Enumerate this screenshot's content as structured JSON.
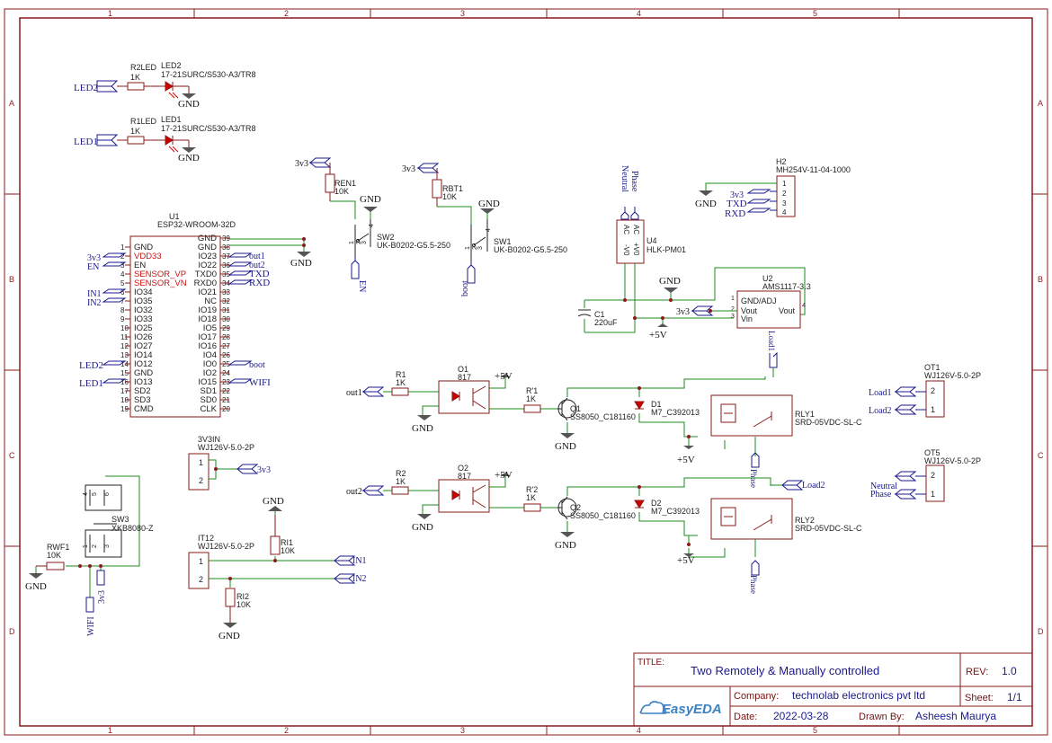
{
  "frame": {
    "col_labels": [
      "1",
      "2",
      "3",
      "4",
      "5"
    ],
    "row_labels": [
      "A",
      "B",
      "C",
      "D"
    ]
  },
  "title_block": {
    "title_label": "TITLE:",
    "title": "Two Remotely & Manually controlled",
    "rev_label": "REV:",
    "rev": "1.0",
    "company_label": "Company:",
    "company": "technolab electronics pvt ltd",
    "sheet_label": "Sheet:",
    "sheet": "1/1",
    "date_label": "Date:",
    "date": "2022-03-28",
    "drawn_label": "Drawn By:",
    "drawn": "Asheesh Maurya",
    "logo": "EasyEDA"
  },
  "leds": {
    "led2_net": "LED2",
    "led2_res": "R2LED",
    "led2_res_val": "1K",
    "led2_ref": "LED2",
    "led2_part": "17-21SURC/S530-A3/TR8",
    "led2_gnd": "GND",
    "led1_net": "LED1",
    "led1_res": "R1LED",
    "led1_res_val": "1K",
    "led1_ref": "LED1",
    "led1_part": "17-21SURC/S530-A3/TR8",
    "led1_gnd": "GND"
  },
  "esp32": {
    "ref": "U1",
    "part": "ESP32-WROOM-32D",
    "left_pins": [
      "GND",
      "VDD33",
      "EN",
      "SENSOR_VP",
      "SENSOR_VN",
      "IO34",
      "IO35",
      "IO32",
      "IO33",
      "IO25",
      "IO26",
      "IO27",
      "IO14",
      "IO12",
      "GND",
      "IO13",
      "SD2",
      "SD3",
      "CMD"
    ],
    "left_nums": [
      "1",
      "2",
      "3",
      "4",
      "5",
      "6",
      "7",
      "8",
      "9",
      "10",
      "11",
      "12",
      "13",
      "14",
      "15",
      "16",
      "17",
      "18",
      "19"
    ],
    "right_pins": [
      "GND",
      "GND",
      "IO23",
      "IO22",
      "TXD0",
      "RXD0",
      "IO21",
      "NC",
      "IO19",
      "IO18",
      "IO5",
      "IO17",
      "IO16",
      "IO4",
      "IO0",
      "IO2",
      "IO15",
      "SD1",
      "SD0",
      "CLK"
    ],
    "right_nums": [
      "39",
      "38",
      "37",
      "36",
      "35",
      "34",
      "33",
      "32",
      "31",
      "30",
      "29",
      "28",
      "27",
      "26",
      "25",
      "24",
      "23",
      "22",
      "21",
      "20"
    ],
    "net_3v3": "3v3",
    "net_en": "EN",
    "net_in1": "IN1",
    "net_in2": "IN2",
    "net_led2": "LED2",
    "net_led1": "LED1",
    "net_out1": "out1",
    "net_out2": "out2",
    "net_txd": "TXD",
    "net_rxd": "RXD",
    "net_boot": "boot",
    "net_wifi": "WIFI",
    "gnd": "GND"
  },
  "reset": {
    "net_3v3": "3v3",
    "res": "REN1",
    "res_val": "10K",
    "gnd": "GND",
    "sw": "SW2",
    "sw_part": "UK-B0202-G5.5-250",
    "net_en": "EN",
    "pins": [
      "1",
      "2",
      "3",
      "4"
    ]
  },
  "boot": {
    "net_3v3": "3v3",
    "res": "RBT1",
    "res_val": "10K",
    "gnd": "GND",
    "sw": "SW1",
    "sw_part": "UK-B0202-G5.5-250",
    "net_boot": "boot",
    "pins": [
      "1",
      "2",
      "3",
      "4"
    ]
  },
  "power": {
    "neutral": "Neutral",
    "phase": "Phase",
    "ref": "U4",
    "part": "HLK-PM01",
    "ac1": "AC",
    "ac2": "AC",
    "v_neg": "-V0",
    "v_pos": "+V0",
    "cap": "C1",
    "cap_val": "220uF",
    "gnd": "GND",
    "vcc": "+5V"
  },
  "header": {
    "ref": "H2",
    "part": "MH254V-11-04-1000",
    "gnd": "GND",
    "nets": [
      "3v3",
      "TXD",
      "RXD"
    ],
    "pins": [
      "1",
      "2",
      "3",
      "4"
    ]
  },
  "ldo": {
    "ref": "U2",
    "part": "AMS1117-3.3",
    "gnd_adj": "GND/ADJ",
    "vout": "Vout",
    "vout2": "Vout",
    "vin": "Vin",
    "net_3v3": "3v3",
    "pins": [
      "1",
      "2",
      "3",
      "4"
    ]
  },
  "ch1": {
    "net_in": "out1",
    "res": "R1",
    "res_val": "1K",
    "opto": "O1",
    "opto_part": "817",
    "gnd": "GND",
    "vcc": "+5V",
    "res2": "R'1",
    "res2_val": "1K",
    "q": "Q1",
    "q_part": "SS8050_C181160",
    "d": "D1",
    "d_part": "M7_C392013",
    "relay": "RLY1",
    "relay_part": "SRD-05VDC-SL-C",
    "load_net": "Load1",
    "phase_net": "Phase",
    "vcc2": "+5V"
  },
  "ch2": {
    "net_in": "out2",
    "res": "R2",
    "res_val": "1K",
    "opto": "O2",
    "opto_part": "817",
    "gnd": "GND",
    "vcc": "+5V",
    "res2": "R'2",
    "res2_val": "1K",
    "q": "Q2",
    "q_part": "SS8050_C181160",
    "d": "D2",
    "d_part": "M7_C392013",
    "relay": "RLY2",
    "relay_part": "SRD-05VDC-SL-C",
    "load_net": "Load2",
    "phase_net": "Phase",
    "vcc2": "+5V"
  },
  "out_terminals": {
    "ot1": "OT1",
    "ot1_part": "WJ126V-5.0-2P",
    "load1": "Load1",
    "load2": "Load2",
    "ot5": "OT5",
    "ot5_part": "WJ126V-5.0-2P",
    "neutral": "Neutral",
    "phase": "Phase"
  },
  "v3in": {
    "ref": "3V3IN",
    "part": "WJ126V-5.0-2P",
    "net": "3v3",
    "pins": [
      "1",
      "2"
    ]
  },
  "it12": {
    "ref": "IT12",
    "part": "WJ126V-5.0-2P",
    "gnd": "GND",
    "ri1": "RI1",
    "ri1_val": "10K",
    "ri2": "RI2",
    "ri2_val": "10K",
    "in1": "IN1",
    "in2": "IN2",
    "gnd2": "GND",
    "pins": [
      "1",
      "2"
    ]
  },
  "wifi_sw": {
    "sw": "SW3",
    "sw_part": "XKB8080-Z",
    "res": "RWF1",
    "res_val": "10K",
    "gnd": "GND",
    "wifi": "WIFI",
    "net_3v3": "3v3",
    "pins": [
      "4",
      "5",
      "6",
      "1",
      "2",
      "3"
    ]
  }
}
